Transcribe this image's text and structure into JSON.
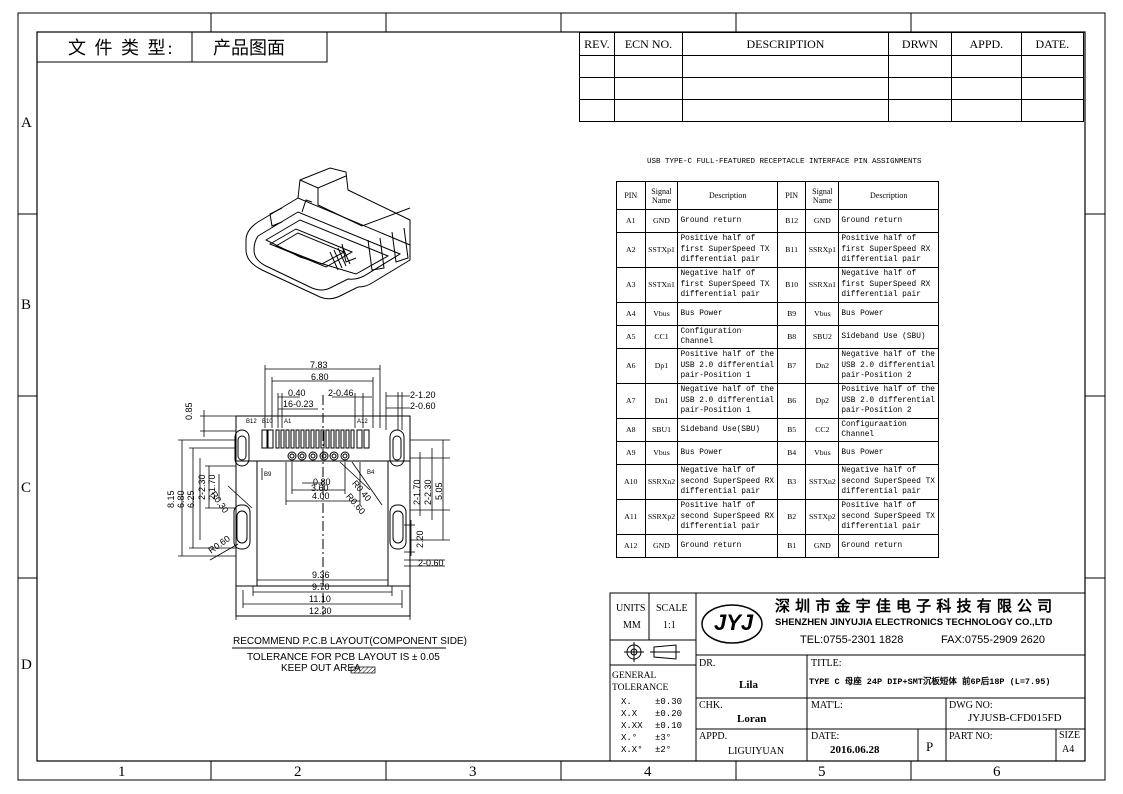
{
  "header": {
    "file_type_label": "文 件 类 型:",
    "file_type_value": "产品图面"
  },
  "border_labels": {
    "columns_bottom": [
      "1",
      "2",
      "3",
      "4",
      "5",
      "6"
    ],
    "rows_left": [
      "A",
      "B",
      "C",
      "D"
    ]
  },
  "revision_table": {
    "headers": [
      "REV.",
      "ECN NO.",
      "DESCRIPTION",
      "DRWN",
      "APPD.",
      "DATE."
    ]
  },
  "pin_table": {
    "title": "USB TYPE-C FULL-FEATURED RECEPTACLE INTERFACE PIN ASSIGNMENTS",
    "headers": [
      "PIN",
      "Signal Name",
      "Description",
      "PIN",
      "Signal Name",
      "Description"
    ],
    "rows": [
      [
        "A1",
        "GND",
        "Ground return",
        "B12",
        "GND",
        "Ground return"
      ],
      [
        "A2",
        "SSTXp1",
        "Positive half of first SuperSpeed TX differential pair",
        "B11",
        "SSRXp1",
        "Positive half of first SuperSpeed RX differential pair"
      ],
      [
        "A3",
        "SSTXn1",
        "Negative half of first SuperSpeed TX differential pair",
        "B10",
        "SSRXn1",
        "Negative half of first SuperSpeed RX differential pair"
      ],
      [
        "A4",
        "Vbus",
        "Bus Power",
        "B9",
        "Vbus",
        "Bus Power"
      ],
      [
        "A5",
        "CC1",
        "Configuration Channel",
        "B8",
        "SBU2",
        "Sideband Use (SBU)"
      ],
      [
        "A6",
        "Dp1",
        "Positive half of the USB 2.0 differential pair-Position 1",
        "B7",
        "Dn2",
        "Negative half of the USB 2.0 differential pair-Position 2"
      ],
      [
        "A7",
        "Dn1",
        "Negative half of the USB 2.0 differential pair-Position 1",
        "B6",
        "Dp2",
        "Positive half of the USB 2.0 differential pair-Position 2"
      ],
      [
        "A8",
        "SBU1",
        "Sideband Use(SBU)",
        "B5",
        "CC2",
        "Configuraation Channel"
      ],
      [
        "A9",
        "Vbus",
        "Bus Power",
        "B4",
        "Vbus",
        "Bus Power"
      ],
      [
        "A10",
        "SSRXn2",
        "Negative half of second SuperSpeed RX differential pair",
        "B3",
        "SSTXn2",
        "Negative half of second SuperSpeed TX differential pair"
      ],
      [
        "A11",
        "SSRXp2",
        "Positive half of second SuperSpeed RX differential pair",
        "B2",
        "SSTXp2",
        "Positive half of second SuperSpeed TX differential pair"
      ],
      [
        "A12",
        "GND",
        "Ground return",
        "B1",
        "GND",
        "Ground return"
      ]
    ]
  },
  "pcb_layout": {
    "dims_top": [
      "7.83",
      "6.80",
      "0.40",
      "2-0.46",
      "16-0.23",
      "2-1.20",
      "2-0.60"
    ],
    "dims_left": [
      "0.85",
      "8.15",
      "6.80",
      "6.25",
      "2-2.30",
      "2-1.70",
      "R0.30",
      "R0.60"
    ],
    "dims_right": [
      "2-1.70",
      "2-2.30",
      "5.05",
      "2.20",
      "2-0.60"
    ],
    "dims_inner": [
      "0.80",
      "3.60",
      "4.00",
      "R0.40",
      "R0.60"
    ],
    "dims_bottom": [
      "9.36",
      "9.70",
      "11.10",
      "12.30"
    ],
    "pin_labels": [
      "B12",
      "B10",
      "A1",
      "A12",
      "B9",
      "B4"
    ],
    "caption": "RECOMMEND P.C.B LAYOUT(COMPONENT SIDE)",
    "tolerance": "TOLERANCE FOR PCB LAYOUT IS ± 0.05",
    "keep_out": "KEEP OUT AREA"
  },
  "title_block": {
    "units_label": "UNITS",
    "units_value": "MM",
    "scale_label": "SCALE",
    "scale_value": "1:1",
    "company_cn": "深 圳 市 金 宇 佳 电 子 科 技 有 限 公 司",
    "company_en": "SHENZHEN JINYUJIA ELECTRONICS TECHNOLOGY CO.,LTD",
    "tel": "TEL:0755-2301 1828",
    "fax": "FAX:0755-2909 2620",
    "general_tolerance": "GENERAL TOLERANCE",
    "tolerances": [
      [
        "X.",
        "±0.30"
      ],
      [
        "X.X",
        "±0.20"
      ],
      [
        "X.XX",
        "±0.10"
      ],
      [
        "X.°",
        "±3°"
      ],
      [
        "X.X°",
        "±2°"
      ]
    ],
    "dr_label": "DR.",
    "dr_value": "Lila",
    "chk_label": "CHK.",
    "chk_value": "Loran",
    "appd_label": "APPD.",
    "appd_value": "LIGUIYUAN",
    "title_label": "TITLE:",
    "title_value": "TYPE C 母座 24P DIP+SMT沉板短体 前6P后18P (L=7.95)",
    "matl_label": "MAT'L:",
    "dwg_label": "DWG NO:",
    "dwg_value": "JYJUSB-CFD015FD",
    "date_label": "DATE:",
    "date_value": "2016.06.28",
    "p_mark": "P",
    "part_label": "PART NO:",
    "size_label": "SIZE",
    "size_value": "A4"
  }
}
